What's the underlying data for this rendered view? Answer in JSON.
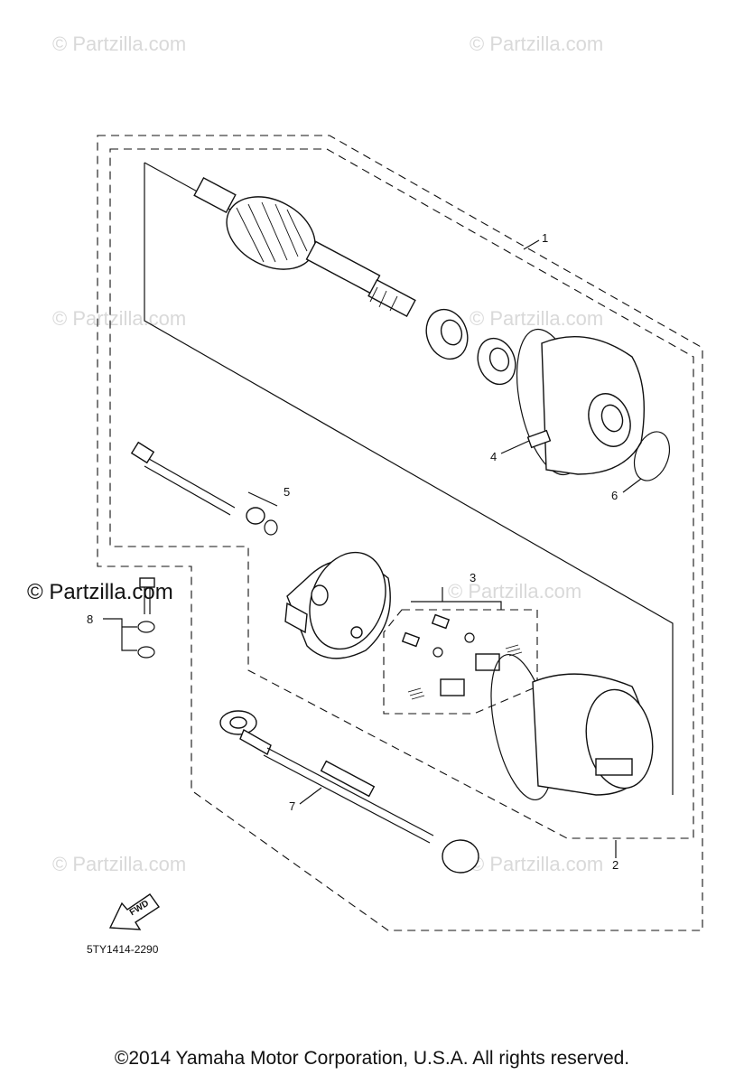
{
  "watermarks": {
    "top_left": "© Partzilla.com",
    "top_right": "© Partzilla.com",
    "mid_left": "© Partzilla.com",
    "mid_right": "© Partzilla.com",
    "center_strong": "© Partzilla.com",
    "right_mid": "© Partzilla.com",
    "bottom_left": "© Partzilla.com",
    "bottom_right": "© Partzilla.com"
  },
  "callouts": {
    "c1": "1",
    "c2": "2",
    "c3": "3",
    "c4": "4",
    "c5": "5",
    "c6": "6",
    "c7": "7",
    "c8": "8"
  },
  "fwd_label": "FWD",
  "diagram_code": "5TY1414-2290",
  "copyright": "©2014  Yamaha Motor Corporation, U.S.A. All rights reserved."
}
